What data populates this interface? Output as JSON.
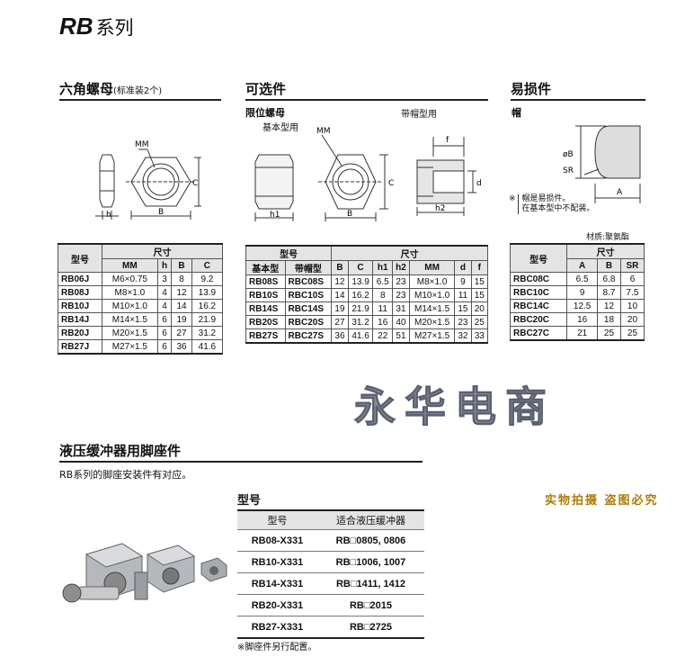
{
  "header": {
    "model": "RB",
    "series_label": "系列"
  },
  "hex_nut": {
    "title": "六角螺母",
    "note": "(标准装2个)",
    "labels": {
      "mm": "MM",
      "c": "C",
      "b": "B",
      "h": "h"
    },
    "table": {
      "head_model": "型号",
      "head_dim": "尺寸",
      "columns": [
        "MM",
        "h",
        "B",
        "C"
      ],
      "rows": [
        [
          "RB06J",
          "M6×0.75",
          "3",
          "8",
          "9.2"
        ],
        [
          "RB08J",
          "M8×1.0",
          "4",
          "12",
          "13.9"
        ],
        [
          "RB10J",
          "M10×1.0",
          "4",
          "14",
          "16.2"
        ],
        [
          "RB14J",
          "M14×1.5",
          "6",
          "19",
          "21.9"
        ],
        [
          "RB20J",
          "M20×1.5",
          "6",
          "27",
          "31.2"
        ],
        [
          "RB27J",
          "M27×1.5",
          "6",
          "36",
          "41.6"
        ]
      ]
    }
  },
  "options": {
    "title": "可选件",
    "stopper_nut": "限位螺母",
    "basic_type": "基本型用",
    "cap_type": "带帽型用",
    "labels": {
      "mm": "MM",
      "c": "C",
      "b": "B",
      "h1": "h1",
      "h2": "h2",
      "f": "f",
      "d": "d"
    },
    "table": {
      "head_model": "型号",
      "head_dim": "尺寸",
      "sub_basic": "基本型",
      "sub_cap": "带帽型",
      "columns": [
        "B",
        "C",
        "h1",
        "h2",
        "MM",
        "d",
        "f"
      ],
      "rows": [
        [
          "RB08S",
          "RBC08S",
          "12",
          "13.9",
          "6.5",
          "23",
          "M8×1.0",
          "9",
          "15"
        ],
        [
          "RB10S",
          "RBC10S",
          "14",
          "16.2",
          "8",
          "23",
          "M10×1.0",
          "11",
          "15"
        ],
        [
          "RB14S",
          "RBC14S",
          "19",
          "21.9",
          "11",
          "31",
          "M14×1.5",
          "15",
          "20"
        ],
        [
          "RB20S",
          "RBC20S",
          "27",
          "31.2",
          "16",
          "40",
          "M20×1.5",
          "23",
          "25"
        ],
        [
          "RB27S",
          "RBC27S",
          "36",
          "41.6",
          "22",
          "51",
          "M27×1.5",
          "32",
          "33"
        ]
      ]
    }
  },
  "wear_parts": {
    "title": "易损件",
    "cap": "帽",
    "note_mark": "※",
    "note_line1": "帽是易损件。",
    "note_line2": "在基本型中不配装。",
    "material": "材质:聚氨酯",
    "labels": {
      "b": "øB",
      "sr": "SR",
      "a": "A"
    },
    "table": {
      "head_model": "型号",
      "head_dim": "尺寸",
      "columns": [
        "A",
        "B",
        "SR"
      ],
      "rows": [
        [
          "RBC08C",
          "6.5",
          "6.8",
          "6"
        ],
        [
          "RBC10C",
          "9",
          "8.7",
          "7.5"
        ],
        [
          "RBC14C",
          "12.5",
          "12",
          "10"
        ],
        [
          "RBC20C",
          "16",
          "18",
          "20"
        ],
        [
          "RBC27C",
          "21",
          "25",
          "25"
        ]
      ]
    }
  },
  "watermark": {
    "text": "永华电商",
    "stamp": "实物拍摄 盗图必究"
  },
  "bracket": {
    "title": "液压缓冲器用脚座件",
    "desc": "RB系列的脚座安装件有对应。",
    "model_heading": "型号",
    "table": {
      "head_model": "型号",
      "head_fit": "适合液压缓冲器",
      "rows": [
        [
          "RB08-X331",
          "RB□0805, 0806"
        ],
        [
          "RB10-X331",
          "RB□1006, 1007"
        ],
        [
          "RB14-X331",
          "RB□1411, 1412"
        ],
        [
          "RB20-X331",
          "RB□2015"
        ],
        [
          "RB27-X331",
          "RB□2725"
        ]
      ]
    },
    "footnote": "※脚座件另行配置。"
  }
}
